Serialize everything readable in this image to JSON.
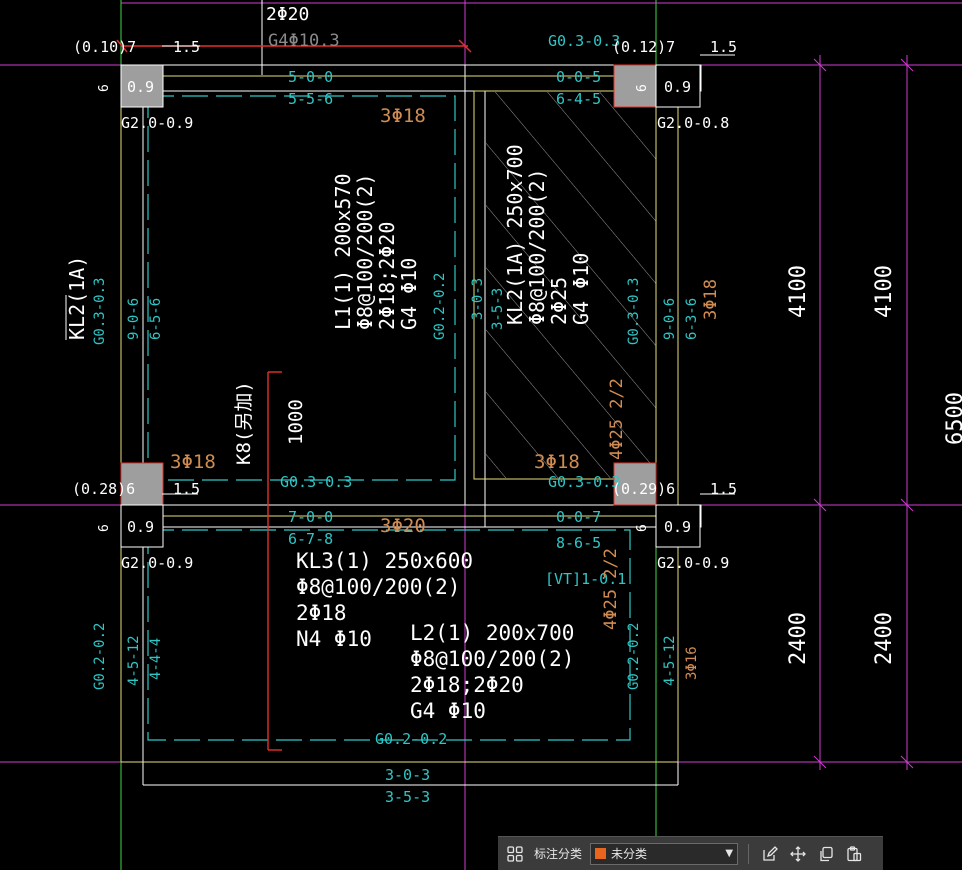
{
  "colors": {
    "background": "#000000",
    "text_white": "#ffffff",
    "text_cyan": "#2fc6c6",
    "text_orange": "#d08c52",
    "line_yellow": "#e6e07a",
    "line_green": "#3fd94a",
    "line_magenta": "#d23cd2",
    "line_red": "#e4302a",
    "column_gray": "#9e9e9e",
    "swatch_orange": "#e8651e"
  },
  "labels": {
    "t_2phi20": "2Φ20",
    "t_top_overlap": "G4Φ10.3",
    "t_010": "(0.10)7",
    "t_15_tl": "1.5",
    "t_09_tl": "0.9",
    "t_6_tl": "6",
    "t_500": "5-0-0",
    "t_556": "5-5-6",
    "t_g03_top": "G0.3-0.3",
    "t_012": "(0.12)7",
    "t_15_tr": "1.5",
    "t_6_tr": "6",
    "t_09_tr": "0.9",
    "t_005": "0-0-5",
    "t_645": "6-4-5",
    "t_g2_tl": "G2.0-0.9",
    "t_g2_tr": "G2.0-0.8",
    "t_3phi18_a": "3Φ18",
    "t_l1_1": "L1(1) 200x570",
    "t_l1_2": "Φ8@100/200(2)",
    "t_l1_3": "2Φ18;2Φ20",
    "t_l1_4": "G4 Φ10",
    "t_g02_mid": "G0.2-0.2",
    "t_kl2r_1": "KL2(1A) 250x700",
    "t_kl2r_2": "Φ8@100/200(2)",
    "t_kl2r_3": "2Φ25",
    "t_kl2r_4": "G4 Φ10",
    "t_303": "3-0-3",
    "t_353": "3-5-3",
    "t_g03_right": "G0.3-0.3",
    "t_906_l": "9-0-6",
    "t_656_l": "6-5-6",
    "t_906_r": "9-0-6",
    "t_636_r": "6-3-6",
    "t_3phi18_r": "3Φ18",
    "t_kl2_left": "KL2(1A)",
    "t_g03_left": "G0.3-0.3",
    "t_4phi25a": "4Φ25 2/2",
    "t_k8": "K8(另加)",
    "t_1000": "1000",
    "t_3phi18_l": "3Φ18",
    "t_g03_mid": "G0.3-0.3",
    "t_3phi18_m": "3Φ18",
    "t_g03_mr": "G0.3-0.3",
    "t_028": "(0.28)6",
    "t_15_ml": "1.5",
    "t_029": "(0.29)6",
    "t_15_mr": "1.5",
    "t_6_ml": "6",
    "t_09_ml": "0.9",
    "t_700": "7-0-0",
    "t_678": "6-7-8",
    "t_3phi20": "3Φ20",
    "t_007": "0-0-7",
    "t_865": "8-6-5",
    "t_6_mr": "6",
    "t_09_mr": "0.9",
    "t_g2_bl": "G2.0-0.9",
    "t_g2_br": "G2.0-0.9",
    "t_kl3_1": "KL3(1) 250x600",
    "t_kl3_2": "Φ8@100/200(2)",
    "t_kl3_3": "2Φ18",
    "t_kl3_4": "N4 Φ10",
    "t_vt": "[VT]1-0.1",
    "t_4phi25b": "4Φ25 2/2",
    "t_l2_1": "L2(1) 200x700",
    "t_l2_2": "Φ8@100/200(2)",
    "t_l2_3": "2Φ18;2Φ20",
    "t_l2_4": "G4 Φ10",
    "t_g02_l": "G0.2-0.2",
    "t_4512_l": "4-5-12",
    "t_444": "4-4-4",
    "t_g02_r": "G0.2-0.2",
    "t_4512_r": "4-5-12",
    "t_3phi16": "3Φ16",
    "t_g02_bot": "G0.2-0.2",
    "t_303_b": "3-0-3",
    "t_353_b": "3-5-3",
    "t_4100_a": "4100",
    "t_4100_b": "4100",
    "t_2400_a": "2400",
    "t_2400_b": "2400",
    "t_6500": "6500"
  },
  "toolbar": {
    "layer_icon": "grid-layers-icon",
    "category_label": "标注分类",
    "category_value": "未分类",
    "edit_icon": "edit-icon",
    "move_icon": "move-icon",
    "copy_icon": "copy-icon",
    "paste_icon": "paste-icon"
  }
}
